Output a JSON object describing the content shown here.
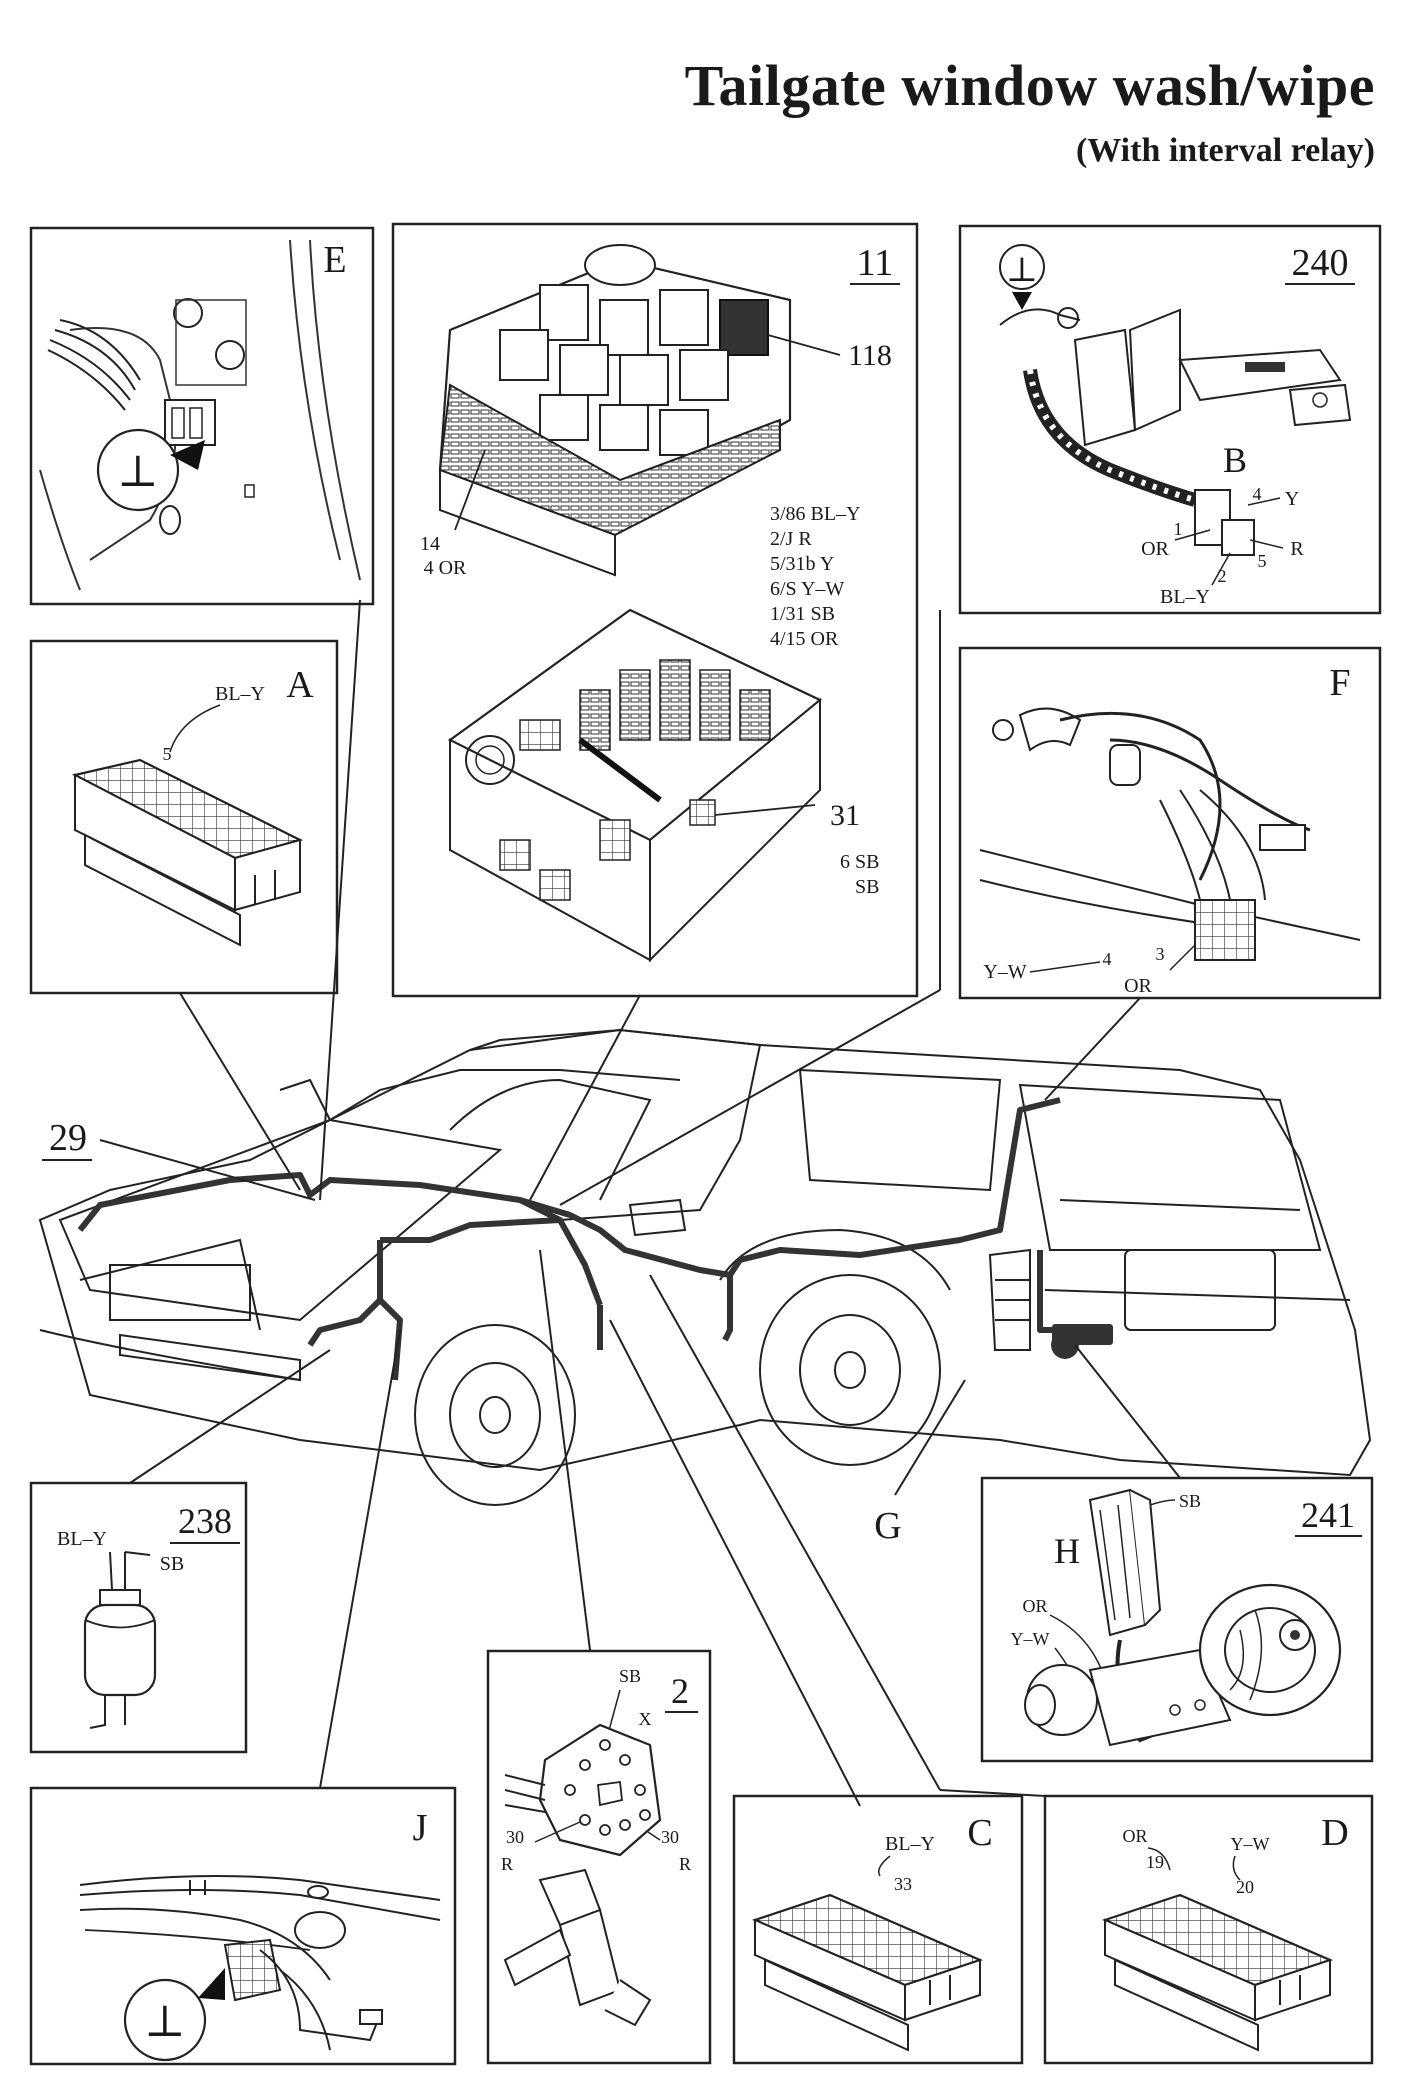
{
  "header": {
    "title": "Tailgate window wash/wipe",
    "subtitle": "(With interval relay)"
  },
  "panels": {
    "E": {
      "letter": "E",
      "ground": "⊥"
    },
    "p11": {
      "number": "11",
      "relay": "118",
      "fuse": "31",
      "pin_a1": "14",
      "pin_a2": "4 OR",
      "pins": [
        "3/86 BL–Y",
        "2/J R",
        "5/31b Y",
        "6/S Y–W",
        "1/31 SB",
        "4/15 OR"
      ],
      "pin_b1": "6 SB",
      "pin_b2": "SB"
    },
    "p240": {
      "number": "240",
      "letter": "B",
      "ground": "⊥",
      "pin4": "4",
      "wire_y": "Y",
      "pin1": "1",
      "wire_or": "OR",
      "pin5": "5",
      "wire_r": "R",
      "pin2": "2",
      "wire_bly": "BL–Y"
    },
    "A": {
      "letter": "A",
      "wire": "BL–Y",
      "pin": "5"
    },
    "F": {
      "letter": "F",
      "wire_yw": "Y–W",
      "pin4": "4",
      "pin3": "3",
      "wire_or": "OR"
    },
    "p238": {
      "number": "238",
      "wire_bly": "BL–Y",
      "wire_sb": "SB"
    },
    "p2": {
      "number": "2",
      "wire_sb": "SB",
      "pin_x": "X",
      "pin30a": "30",
      "wire_r1": "R",
      "pin30b": "30",
      "wire_r2": "R"
    },
    "p241": {
      "number": "241",
      "letter": "H",
      "wire_sb": "SB",
      "wire_or": "OR",
      "wire_yw": "Y–W"
    },
    "J": {
      "letter": "J",
      "ground": "⊥"
    },
    "C": {
      "letter": "C",
      "wire": "BL–Y",
      "pin": "33"
    },
    "D": {
      "letter": "D",
      "wire_or": "OR",
      "pin19": "19",
      "wire_yw": "Y–W",
      "pin20": "20"
    }
  },
  "car": {
    "ref29": "29",
    "refG": "G"
  }
}
